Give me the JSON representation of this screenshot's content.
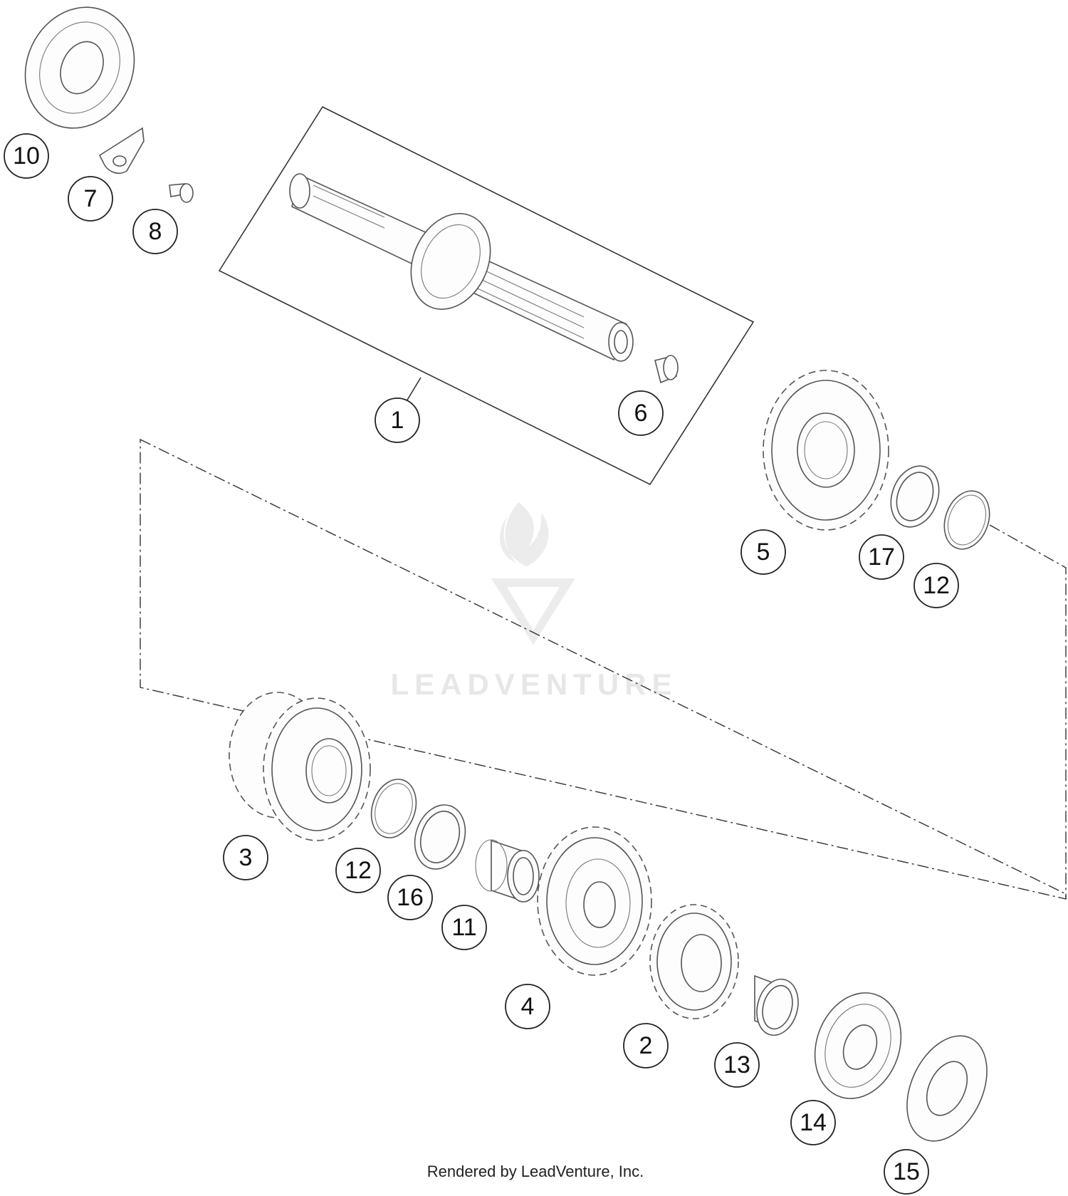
{
  "callouts": [
    "10",
    "7",
    "8",
    "1",
    "6",
    "5",
    "17",
    "12",
    "3",
    "12",
    "16",
    "11",
    "4",
    "2",
    "13",
    "14",
    "15"
  ],
  "watermark": {
    "brand": "LEADVENTURE"
  },
  "footer": {
    "credit": "Rendered by LeadVenture, Inc."
  }
}
